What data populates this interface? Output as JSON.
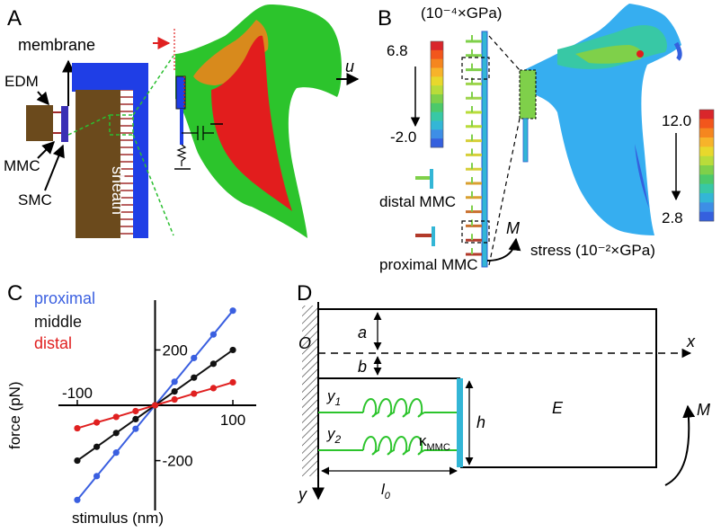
{
  "panelA": {
    "letter": "A",
    "membrane": "membrane",
    "edm": "EDM",
    "mmc": "MMC",
    "smc": "SMC",
    "sheath": "sheath",
    "u": "u"
  },
  "panelB": {
    "letter": "B",
    "unitTop": "(10⁻⁴×GPa)",
    "scale1Max": "6.8",
    "scale1Min": "-2.0",
    "distal": "distal MMC",
    "proximal": "proximal MMC",
    "M": "M",
    "stressLabel": "stress (10⁻²×GPa)",
    "scale2Max": "12.0",
    "scale2Min": "2.8",
    "colorbar": [
      "#d9262b",
      "#f2561c",
      "#f5861f",
      "#f7b32a",
      "#e8d82c",
      "#b9dc3a",
      "#7fd04a",
      "#4cc96a",
      "#38c8a5",
      "#33b6d6",
      "#3d8ee6",
      "#3560de"
    ]
  },
  "panelC": {
    "letter": "C",
    "legend": [
      "proximal",
      "middle",
      "distal"
    ],
    "colors": {
      "proximal": "#3a5fe0",
      "middle": "#111111",
      "distal": "#e02020"
    },
    "chart_data": {
      "type": "line",
      "xlabel": "stimulus (nm)",
      "ylabel": "force (pN)",
      "xticks": [
        "-100",
        "100"
      ],
      "yticks": [
        "200",
        "-200"
      ],
      "xlim": [
        -130,
        130
      ],
      "ylim": [
        -380,
        380
      ],
      "x": [
        -100,
        -75,
        -50,
        -25,
        0,
        25,
        50,
        75,
        100
      ],
      "series": [
        {
          "name": "proximal",
          "values": [
            -342,
            -256,
            -171,
            -85,
            0,
            85,
            171,
            256,
            342
          ]
        },
        {
          "name": "middle",
          "values": [
            -200,
            -150,
            -100,
            -50,
            0,
            50,
            100,
            150,
            200
          ]
        },
        {
          "name": "distal",
          "values": [
            -83,
            -62,
            -42,
            -21,
            0,
            21,
            42,
            62,
            83
          ]
        }
      ]
    }
  },
  "panelD": {
    "letter": "D",
    "O": "O",
    "x": "x",
    "y": "y",
    "a": "a",
    "b": "b",
    "y1": "y",
    "y1sub": "1",
    "y2": "y",
    "y2sub": "2",
    "h": "h",
    "E": "E",
    "M": "M",
    "kappa": "κ",
    "kappaSub": "MMC",
    "l0": "l",
    "l0sub": "0"
  }
}
